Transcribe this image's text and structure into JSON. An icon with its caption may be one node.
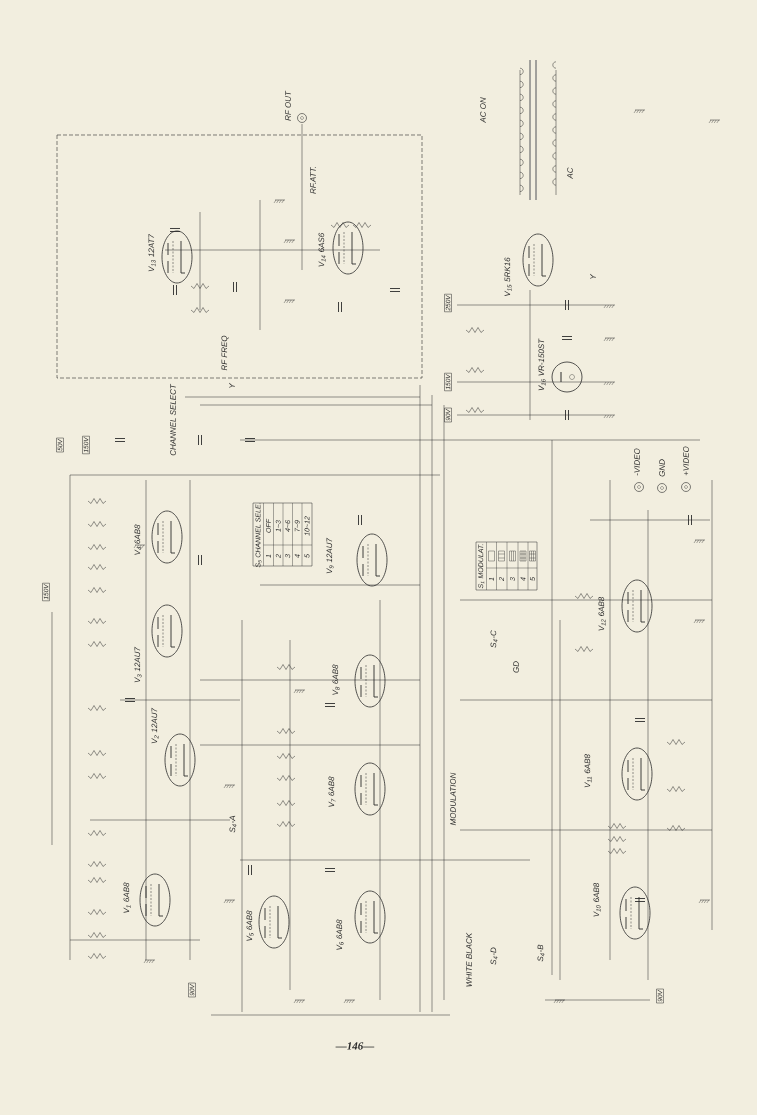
{
  "diagram": {
    "nodes": [
      {
        "text": [
          "V$_{1}$ 6AB8"
        ]
      },
      {
        "text": [
          "V$_{2}$ 12AU7"
        ]
      },
      {
        "text": [
          "V$_{3}$ 12AU7"
        ]
      },
      {
        "text": [
          "V$_{4}$ 6AB8"
        ]
      },
      {
        "text": [
          "V$_{5}$ 6AB8"
        ]
      },
      {
        "text": [
          "V$_{6}$ 6AB8"
        ]
      },
      {
        "text": [
          "V$_{7}$ 6AB8"
        ]
      },
      {
        "text": [
          "V$_{8}$ 6AB8"
        ]
      },
      {
        "text": [
          "V$_{9}$ 12AU7"
        ]
      },
      {
        "text": [
          "V$_{10}$ 6AB8"
        ]
      },
      {
        "text": [
          "V$_{11}$ 6AB8"
        ]
      },
      {
        "text": [
          "V$_{12}$ 6AB8"
        ]
      },
      {
        "text": [
          "V$_{13}$ 12AT7"
        ]
      },
      {
        "text": [
          "V$_{14}$ 6AS6"
        ]
      },
      {
        "text": [
          "V$_{15}$ 5RK16"
        ]
      },
      {
        "text": [
          "V$_{16}$ VR-150ST"
        ]
      },
      {
        "text": [
          "50V"
        ]
      },
      {
        "text": [
          "150V"
        ]
      },
      {
        "text": [
          "150V"
        ]
      },
      {
        "text": [
          "90V"
        ]
      },
      {
        "text": [
          "90V"
        ]
      },
      {
        "text": [
          "250V"
        ]
      },
      {
        "text": [
          "150V"
        ]
      },
      {
        "text": [
          "90V"
        ]
      },
      {
        "text": [
          "RF OUT"
        ]
      },
      {
        "text": [
          "-VIDEO"
        ]
      },
      {
        "text": [
          "GND"
        ]
      },
      {
        "text": [
          "+VIDEO"
        ]
      }
    ],
    "labels": [
      "CHANNEL SELECT",
      "RF FREQ",
      "Y",
      "RF.ATT.",
      "AC ON",
      "AC",
      "Y",
      "S$_{5}$ CHANNEL SELE.",
      "1",
      "OFF",
      "2",
      "1~3",
      "3",
      "4~6",
      "4",
      "7~9",
      "5",
      "10~12",
      "S$_{1}$ MODULAT.",
      "1",
      "2",
      "3",
      "4",
      "5",
      "S$_{4}$-C",
      "GD",
      "MODULATION",
      "S$_{4}$-A",
      "S$_{4}$-D",
      "S$_{4}$-B",
      "WHITE BLACK",
      "—146—"
    ]
  }
}
